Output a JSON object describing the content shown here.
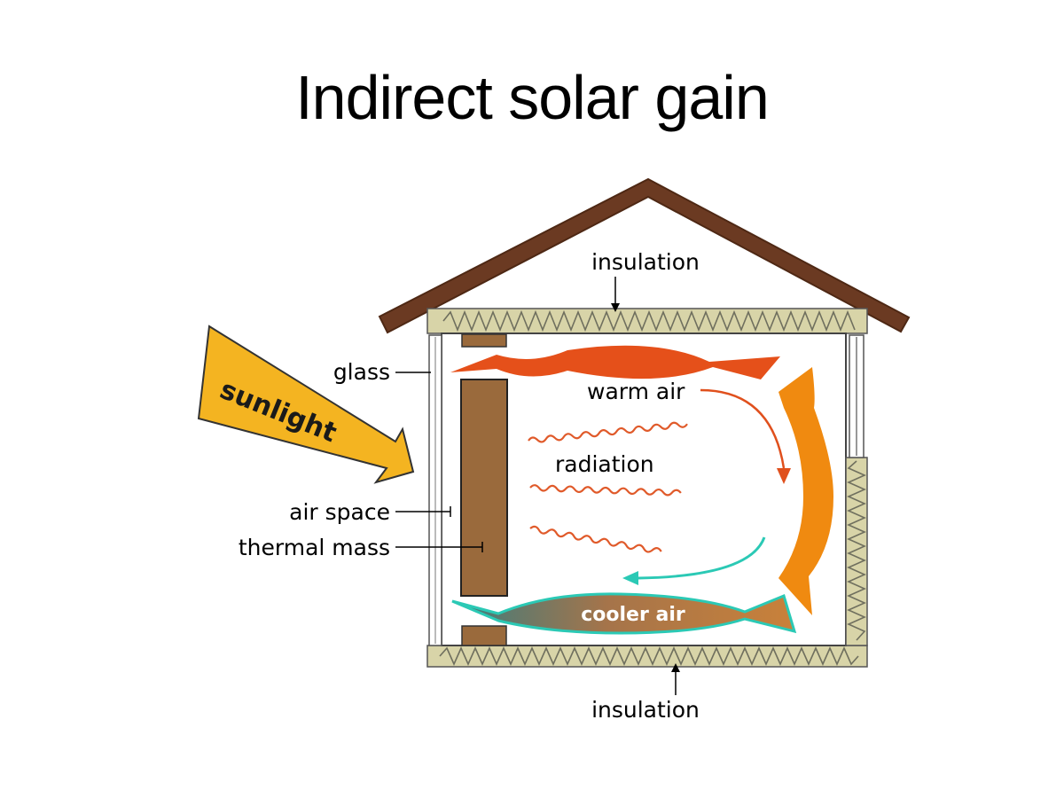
{
  "title": "Indirect solar gain",
  "labels": {
    "insulation_top": "insulation",
    "insulation_bottom": "insulation",
    "glass": "glass",
    "sunlight": "sunlight",
    "warm_air": "warm air",
    "radiation": "radiation",
    "air_space": "air space",
    "thermal_mass": "thermal mass",
    "cooler_air": "cooler air"
  },
  "colors": {
    "roof": "#6b3a22",
    "insulation": "#d8d4a8",
    "thermal_mass": "#9a6a3c",
    "warm_air": "#e5501a",
    "warm_air_side": "#f08a10",
    "radiation": "#e05a2a",
    "cool_air": "#2bc9b5",
    "sunlight": "#f4b421"
  }
}
